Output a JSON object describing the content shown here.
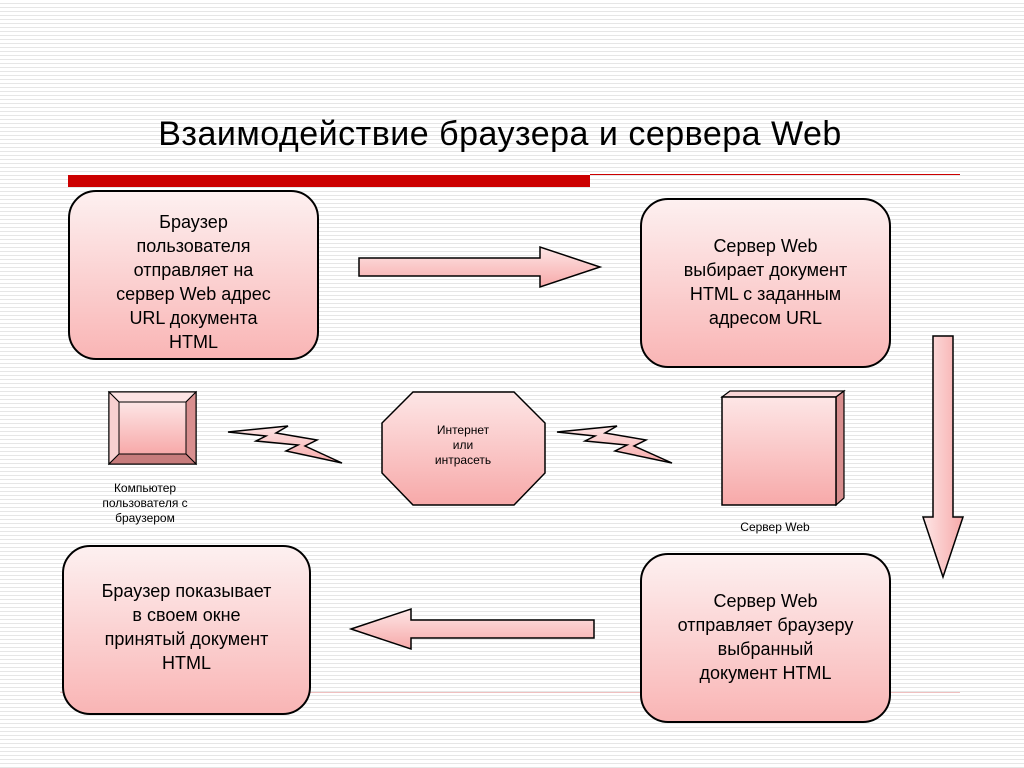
{
  "title": "Взаимодействие браузера и сервера Web",
  "steps": {
    "browser_sends": "Браузер\nпользователя\nотправляет на\nсервер Web адрес\nURL документа\nHTML",
    "server_selects": "Сервер Web\nвыбирает документ\nHTML с заданным\nадресом URL",
    "browser_shows": "Браузер показывает\nв своем окне\nпринятый документ\nHTML",
    "server_sends": "Сервер Web\nотправляет браузеру\nвыбранный\nдокумент HTML"
  },
  "nodes": {
    "computer_label": "Компьютер\nпользователя с\nбраузером",
    "network_label": "Интернет\nили\nинтрасеть",
    "server_label": "Сервер Web"
  },
  "colors": {
    "accent_red": "#cc0000",
    "box_fill_top": "#fdf0f0",
    "box_fill_bottom": "#f9b5b5",
    "shape_fill": "#fbb8b8"
  }
}
